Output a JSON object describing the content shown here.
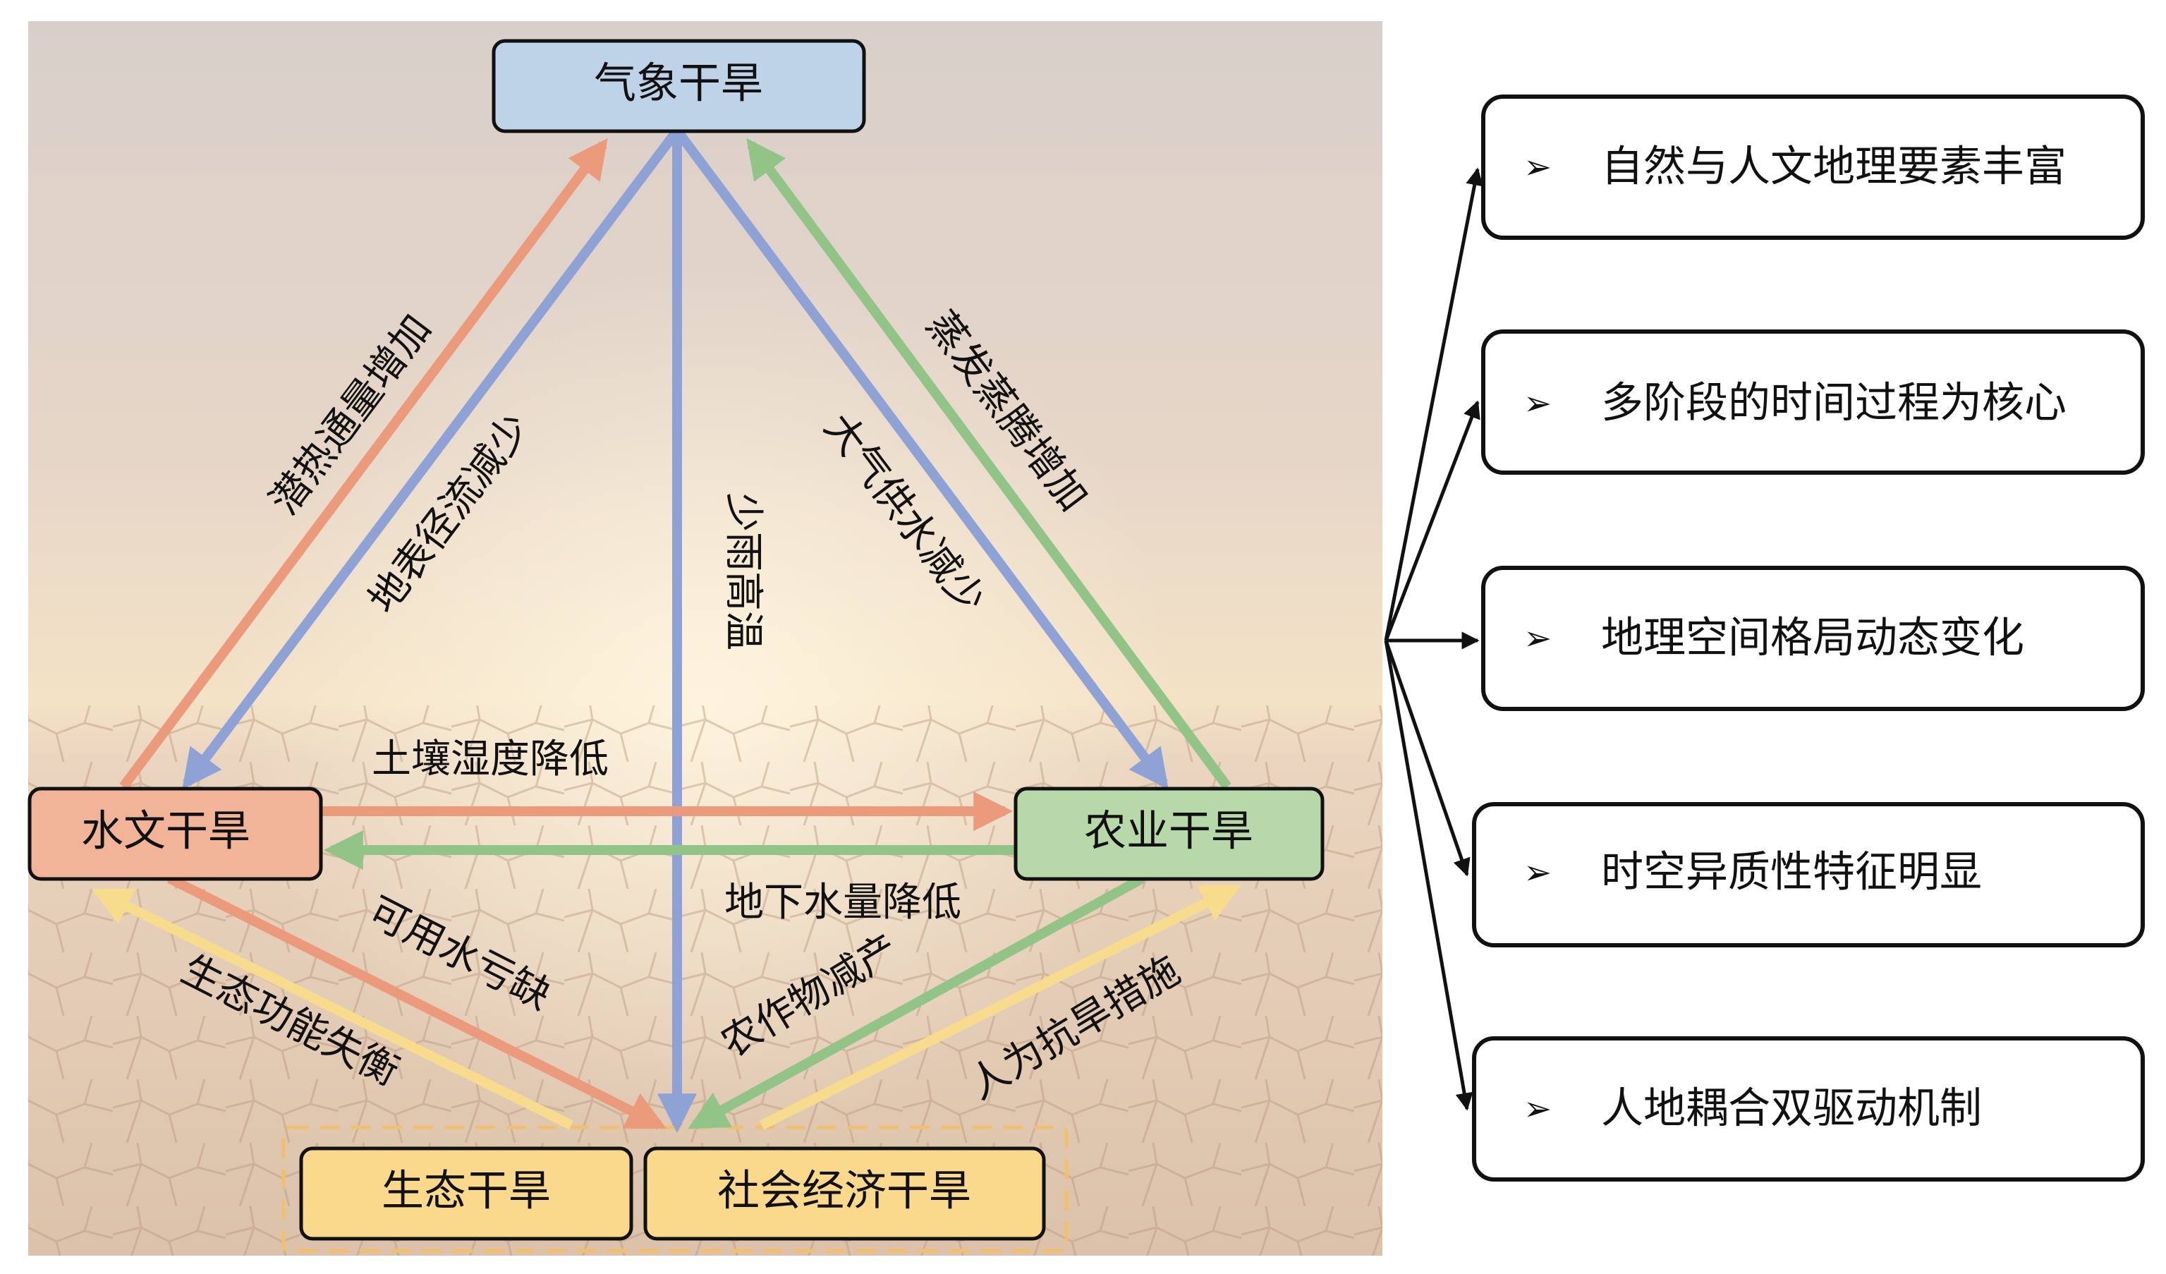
{
  "colors": {
    "meteorological_fill": "#bed3e8",
    "hydrological_fill": "#f1b499",
    "agricultural_fill": "#b7d8a8",
    "lower_fill": "#fbd98c",
    "blue_arrow": "#8ea2d6",
    "orange_arrow": "#eb9a7c",
    "green_arrow": "#93c487",
    "yellow_arrow": "#f7dc8e",
    "dashed_border": "#f0c070"
  },
  "nodes": {
    "meteorological": "气象干旱",
    "hydrological": "水文干旱",
    "agricultural": "农业干旱",
    "ecological": "生态干旱",
    "socioeconomic": "社会经济干旱"
  },
  "edges": {
    "latent_heat": "潜热通量增加",
    "surface_runoff": "地表径流减少",
    "less_rain": "少雨高温",
    "atmo_supply": "大气供水减少",
    "evaporation": "蒸发蒸腾增加",
    "soil_moisture": "土壤湿度降低",
    "groundwater": "地下水量降低",
    "water_shortage": "可用水亏缺",
    "eco_function": "生态功能失衡",
    "crop_yield": "农作物减产",
    "drought_measures": "人为抗旱措施"
  },
  "features": [
    "自然与人文地理要素丰富",
    "多阶段的时间过程为核心",
    "地理空间格局动态变化",
    "时空异质性特征明显",
    "人地耦合双驱动机制"
  ],
  "bullet_symbol": "➢"
}
